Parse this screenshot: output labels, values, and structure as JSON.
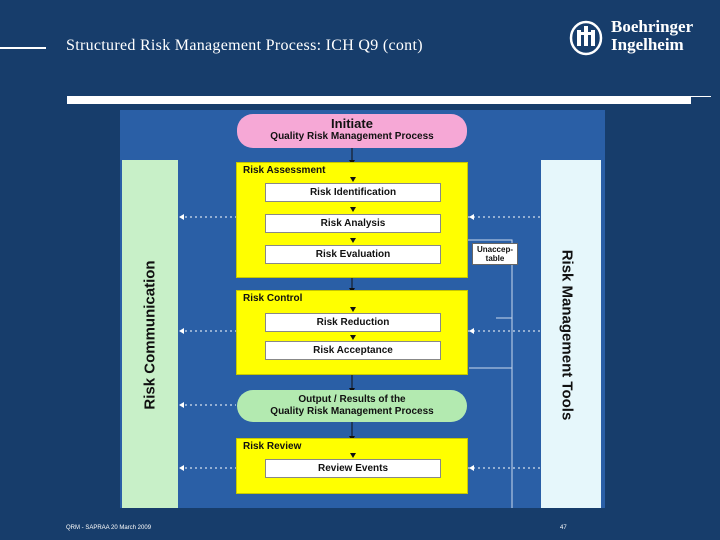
{
  "slide": {
    "title": "Structured Risk Management Process: ICH Q9 (cont)",
    "logo_line1": "Boehringer",
    "logo_line2": "Ingelheim",
    "footer_left": "QRM - SAPRAA 20 March 2009",
    "page_number": "47"
  },
  "diagram": {
    "initiate": {
      "title": "Initiate",
      "subtitle": "Quality Risk Management Process"
    },
    "risk_assessment": {
      "title": "Risk Assessment",
      "steps": [
        "Risk Identification",
        "Risk Analysis",
        "Risk Evaluation"
      ]
    },
    "unacceptable": {
      "line1": "Unaccep-",
      "line2": "table"
    },
    "risk_control": {
      "title": "Risk Control",
      "steps": [
        "Risk Reduction",
        "Risk Acceptance"
      ]
    },
    "output": {
      "line1": "Output / Results of the",
      "line2": "Quality Risk Management Process"
    },
    "risk_review": {
      "title": "Risk Review",
      "steps": [
        "Review Events"
      ]
    },
    "side_left": "Risk Communication",
    "side_right": "Risk Management Tools"
  },
  "colors": {
    "background": "#173d6b",
    "diagram_bg": "#2a5fa6",
    "yellow": "#ffff00",
    "pink": "#f6a8d6",
    "green_pill": "#b3eab0",
    "comm_bar": "#c8f0c8",
    "tools_bar": "#e6f7fb"
  }
}
